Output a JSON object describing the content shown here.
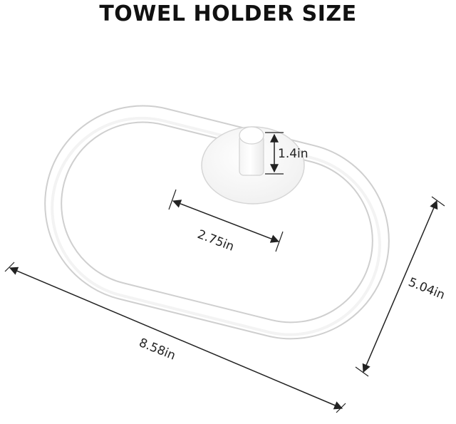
{
  "title": "TOWEL HOLDER SIZE",
  "dimensions": {
    "post_height": "1.4in",
    "base_diameter": "2.75in",
    "ring_length": "8.58in",
    "ring_width": "5.04in"
  },
  "colors": {
    "ring": "#ffffff",
    "ring_outline": "#d7d7d7",
    "dimension_line": "#222222"
  }
}
